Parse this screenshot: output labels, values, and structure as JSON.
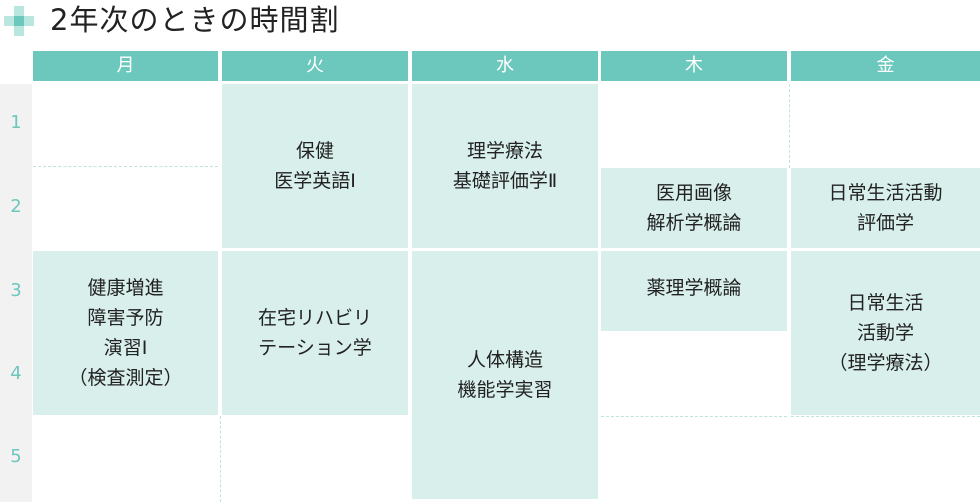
{
  "title": "2年次のときの時間割",
  "days": [
    "月",
    "火",
    "水",
    "木",
    "金"
  ],
  "periods": [
    "1",
    "2",
    "3",
    "4",
    "5"
  ],
  "classes": {
    "tue_1_2": "保健\n医学英語Ⅰ",
    "wed_1_2": "理学療法\n基礎評価学Ⅱ",
    "thu_2": "医用画像\n解析学概論",
    "fri_2": "日常生活活動\n評価学",
    "mon_3_4": "健康増進\n障害予防\n演習Ⅰ\n（検査測定）",
    "tue_3_4": "在宅リハビリ\nテーション学",
    "wed_3_5": "人体構造\n機能学実習",
    "thu_3": "薬理学概論",
    "fri_3_4": "日常生活\n活動学\n（理学療法）"
  },
  "colors": {
    "accent": "#6cc7bc",
    "cell_fill": "#d8efec",
    "cross_light": "#b9e6df",
    "divider": "#bfe3de"
  }
}
